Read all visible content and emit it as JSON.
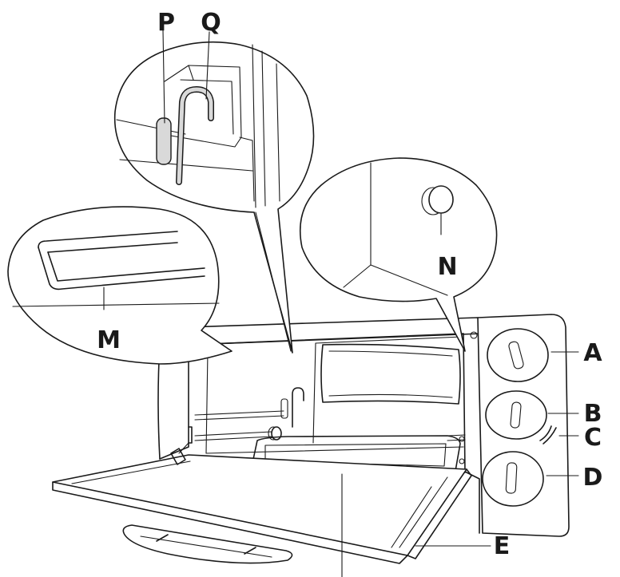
{
  "labels": {
    "P": "P",
    "Q": "Q",
    "N": "N",
    "M": "M",
    "A": "A",
    "B": "B",
    "C": "C",
    "D": "D",
    "E": "E"
  },
  "colors": {
    "line": "#1a1a1a",
    "background": "#ffffff",
    "highlight": "#d9d9d9"
  }
}
